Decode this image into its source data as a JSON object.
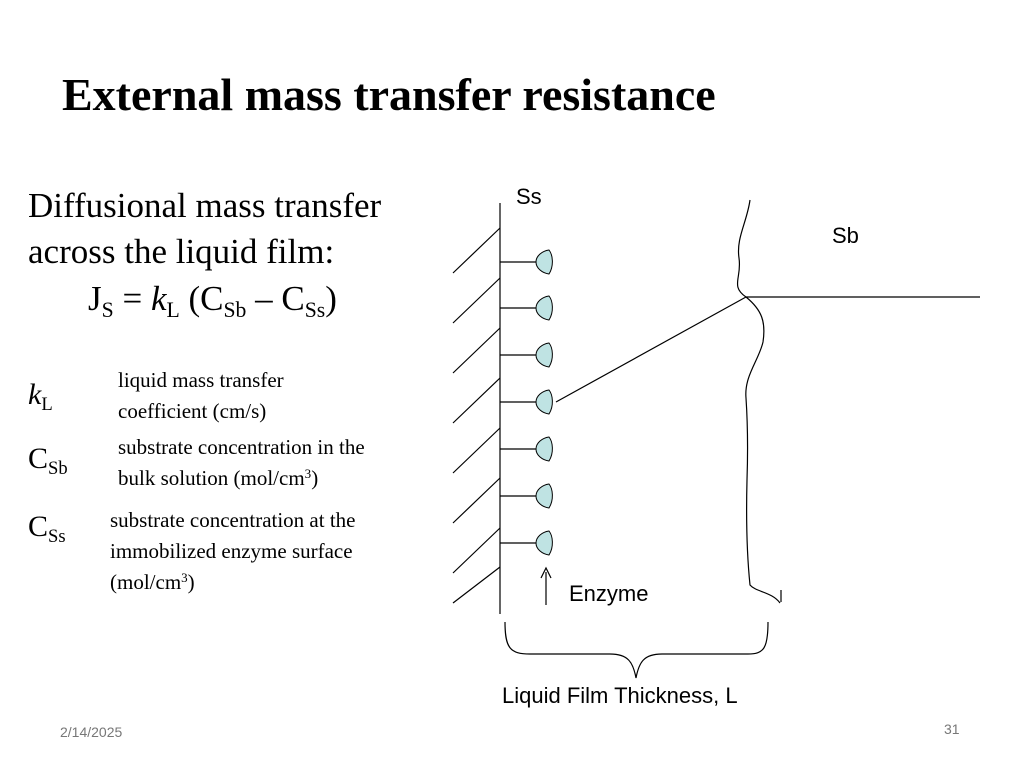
{
  "slide": {
    "title": "External mass transfer resistance",
    "intro_line1": "Diffusional mass transfer",
    "intro_line2": "across the liquid film:",
    "equation": {
      "flux": "J",
      "flux_sub": "S",
      "equals": "=",
      "k": "k",
      "k_sub": "L",
      "paren_open": "(C",
      "bulk_sub": "Sb",
      "minus": "– C",
      "surface_sub": "Ss",
      "paren_close": ")"
    },
    "definitions": [
      {
        "symbol": "k",
        "symbol_sub": "L",
        "text_line1": "liquid mass transfer",
        "text_line2": "coefficient (cm/s)"
      },
      {
        "symbol": "C",
        "symbol_sub": "Sb",
        "text_line1": "substrate concentration in the",
        "text_line2_pre": "bulk solution (mol/cm",
        "text_line2_sup": "3",
        "text_line2_post": ")"
      },
      {
        "symbol": "C",
        "symbol_sub": "Ss",
        "text_line1": "substrate concentration at the",
        "text_line2": "immobilized enzyme surface",
        "text_line3_pre": "(mol/cm",
        "text_line3_sup": "3",
        "text_line3_post": ")"
      }
    ],
    "date": "2/14/2025",
    "page_number": "31"
  },
  "diagram": {
    "label_surface": "Ss",
    "label_bulk": "Sb",
    "label_enzyme": "Enzyme",
    "label_thickness": "Liquid Film Thickness, L",
    "colors": {
      "enzyme_fill": "#bfe3e3",
      "stroke": "#000000"
    }
  }
}
